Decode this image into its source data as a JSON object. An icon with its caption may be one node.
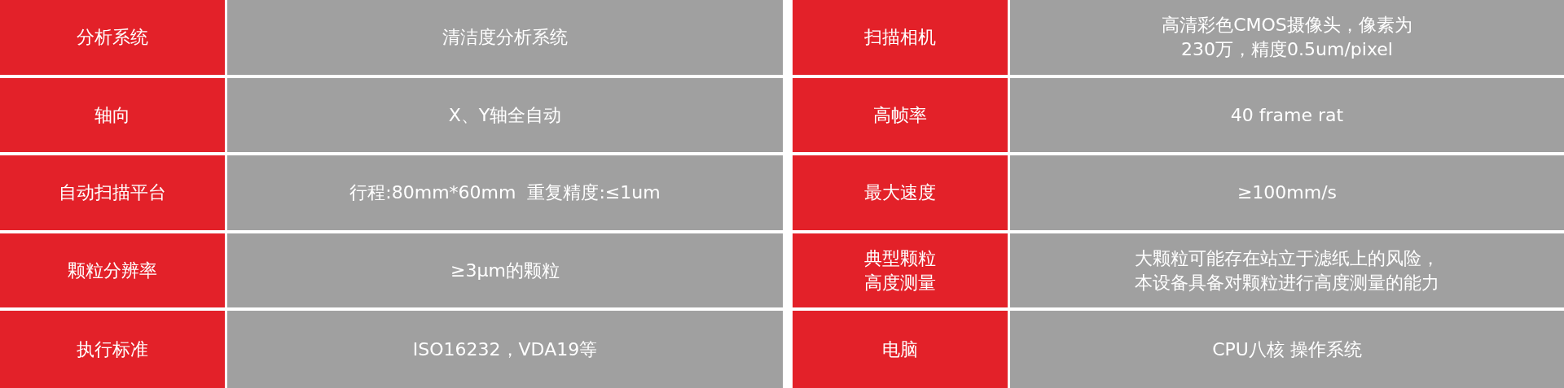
{
  "diagram": {
    "labels": [
      "分析系统",
      "清洁度分析系统",
      "扫描相机",
      "高清彩色CMOS摄像头，像素为230万，精度0.5um/pixel",
      "轴向",
      "X、Y轴全自动",
      "高帧率",
      "40 frame rat",
      "自动扫描平台",
      "行程:80mm*60mm  重复精度:≤1um",
      "最大速度",
      "≥100mm/s",
      "颗粒分辨率",
      "≥3μm的颗粒",
      "典型颗粒高度测量",
      "大颗粒可能存在站立于滤纸上的风险，本设备具备对颗粒进行高度测量的能力",
      "执行标准",
      "ISO16232，VDA19等",
      "电脑",
      "CPU八核 操作系统"
    ]
  }
}
